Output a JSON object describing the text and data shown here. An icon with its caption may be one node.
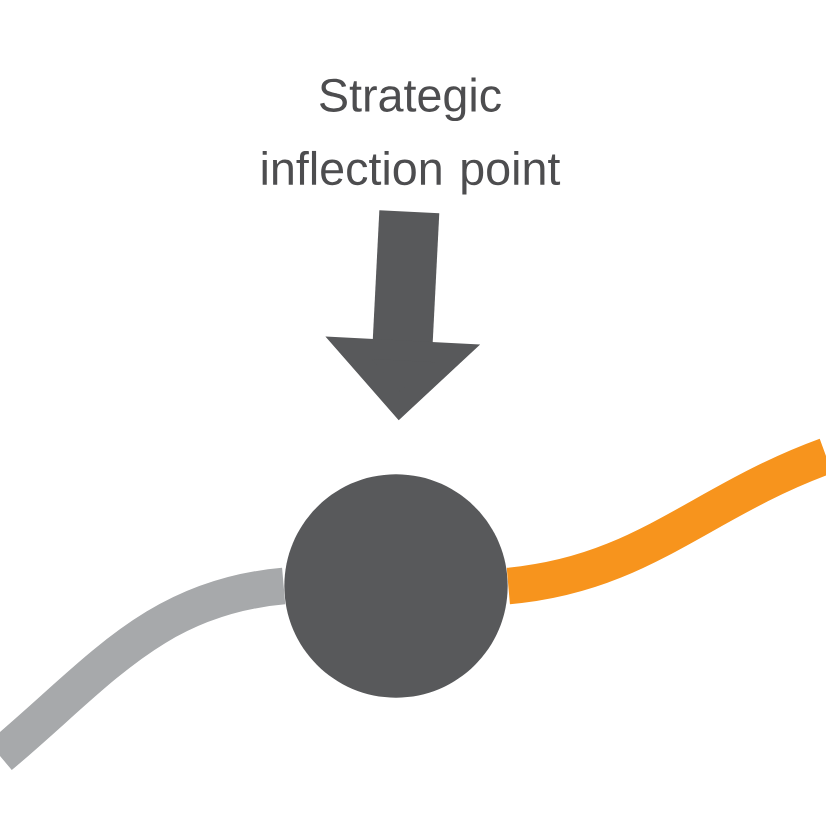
{
  "diagram": {
    "nodes": [
      {
        "text": [
          "Strategic inflection point"
        ]
      },
      {
        "text": [],
        "shape": "circle"
      }
    ],
    "edges": [
      {
        "from": 0,
        "to": 1,
        "arrow": "to"
      },
      {
        "from": null,
        "to": 1,
        "arrow": "none",
        "color": "#a7a9ab"
      },
      {
        "from": 1,
        "to": null,
        "arrow": "none",
        "color": "#f7941d"
      }
    ]
  }
}
